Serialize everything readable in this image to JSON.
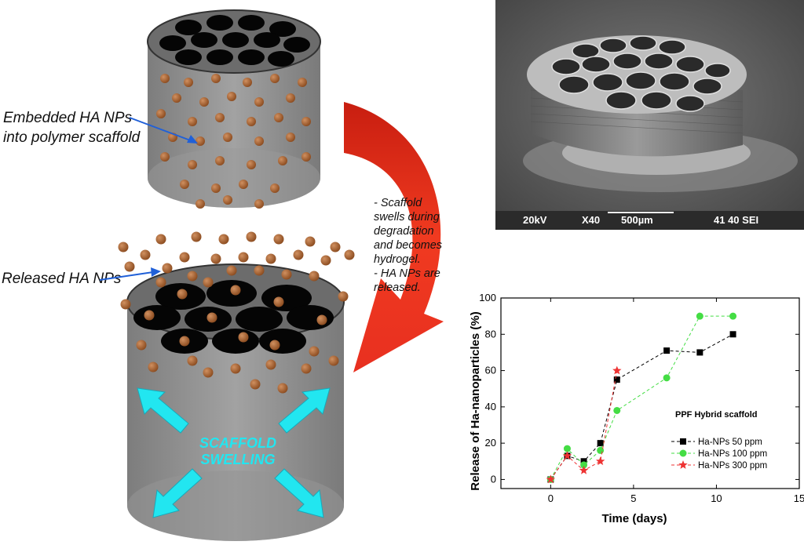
{
  "labels": {
    "embedded": [
      "Embedded HA NPs",
      "into polymer scaffold"
    ],
    "released": "Released HA NPs",
    "swelling": [
      "SCAFFOLD",
      "SWELLING"
    ],
    "process_notes": [
      "- Scaffold",
      "swells during",
      "degradation",
      "and becomes",
      "hydrogel.",
      "- HA NPs are",
      "released."
    ]
  },
  "sem": {
    "voltage": "20kV",
    "magnification": "X40",
    "scale": "500µm",
    "id": "41 40 SEI"
  },
  "colors": {
    "scaffold_gray": "#8c8c8c",
    "particle_brown": "#a0602a",
    "arrow_red": "#e8381e",
    "swell_cyan": "#22e6f0",
    "pointer_blue": "#2060d8"
  },
  "chart_data": {
    "type": "line",
    "legend_title": "PPF Hybrid scaffold",
    "xlabel": "Time  (days)",
    "ylabel": "Release of Ha-nanoparticles (%)",
    "xlim": [
      -3,
      15
    ],
    "ylim": [
      -5,
      100
    ],
    "xticks": [
      0,
      5,
      10,
      15
    ],
    "yticks": [
      0,
      20,
      40,
      60,
      80,
      100
    ],
    "legend_position": "right",
    "series": [
      {
        "name": "Ha-NPs 50 ppm",
        "color": "#000000",
        "marker": "square",
        "x": [
          0,
          1,
          2,
          3,
          4,
          7,
          9,
          11
        ],
        "y": [
          0,
          13,
          10,
          20,
          55,
          71,
          70,
          80
        ]
      },
      {
        "name": "Ha-NPs 100 ppm",
        "color": "#44dd44",
        "marker": "circle",
        "x": [
          0,
          1,
          2,
          3,
          4,
          7,
          9,
          11
        ],
        "y": [
          0,
          17,
          8,
          16,
          38,
          56,
          90,
          90
        ]
      },
      {
        "name": "Ha-NPs 300 ppm",
        "color": "#ee3333",
        "marker": "star",
        "x": [
          0,
          1,
          2,
          3,
          4
        ],
        "y": [
          0,
          13,
          5,
          10,
          60
        ]
      }
    ]
  }
}
